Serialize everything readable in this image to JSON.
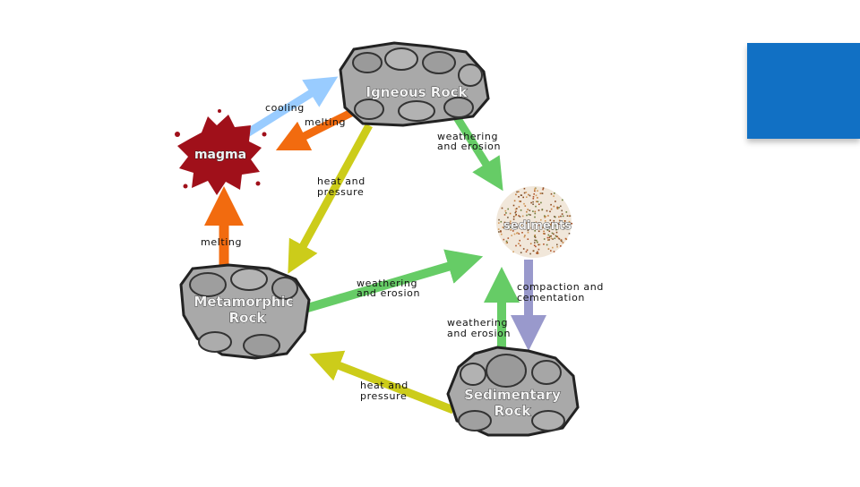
{
  "nodes": {
    "igneous": "Igneous Rock",
    "magma": "magma",
    "sediments": "sediments",
    "metamorphic_line1": "Metamorphic",
    "metamorphic_line2": "Rock",
    "sedimentary_line1": "Sedimentary",
    "sedimentary_line2": "Rock"
  },
  "labels": {
    "cooling": "cooling",
    "melting_top": "melting",
    "weathering_1a": "weathering",
    "weathering_1b": "and erosion",
    "heat_pressure_1a": "heat and",
    "heat_pressure_1b": "pressure",
    "melting_left": "melting",
    "weathering_2a": "weathering",
    "weathering_2b": "and erosion",
    "compaction_a": "compaction and",
    "compaction_b": "cementation",
    "weathering_3a": "weathering",
    "weathering_3b": "and erosion",
    "heat_pressure_2a": "heat and",
    "heat_pressure_2b": "pressure"
  },
  "colors": {
    "accent": "#1170c4",
    "cooling_arrow": "#99ccff",
    "melting_arrow": "#f26b0f",
    "heat_arrow": "#cccc1a",
    "weathering_arrow": "#66cc66",
    "compaction_arrow": "#9999cc",
    "magma": "#a0101a"
  }
}
